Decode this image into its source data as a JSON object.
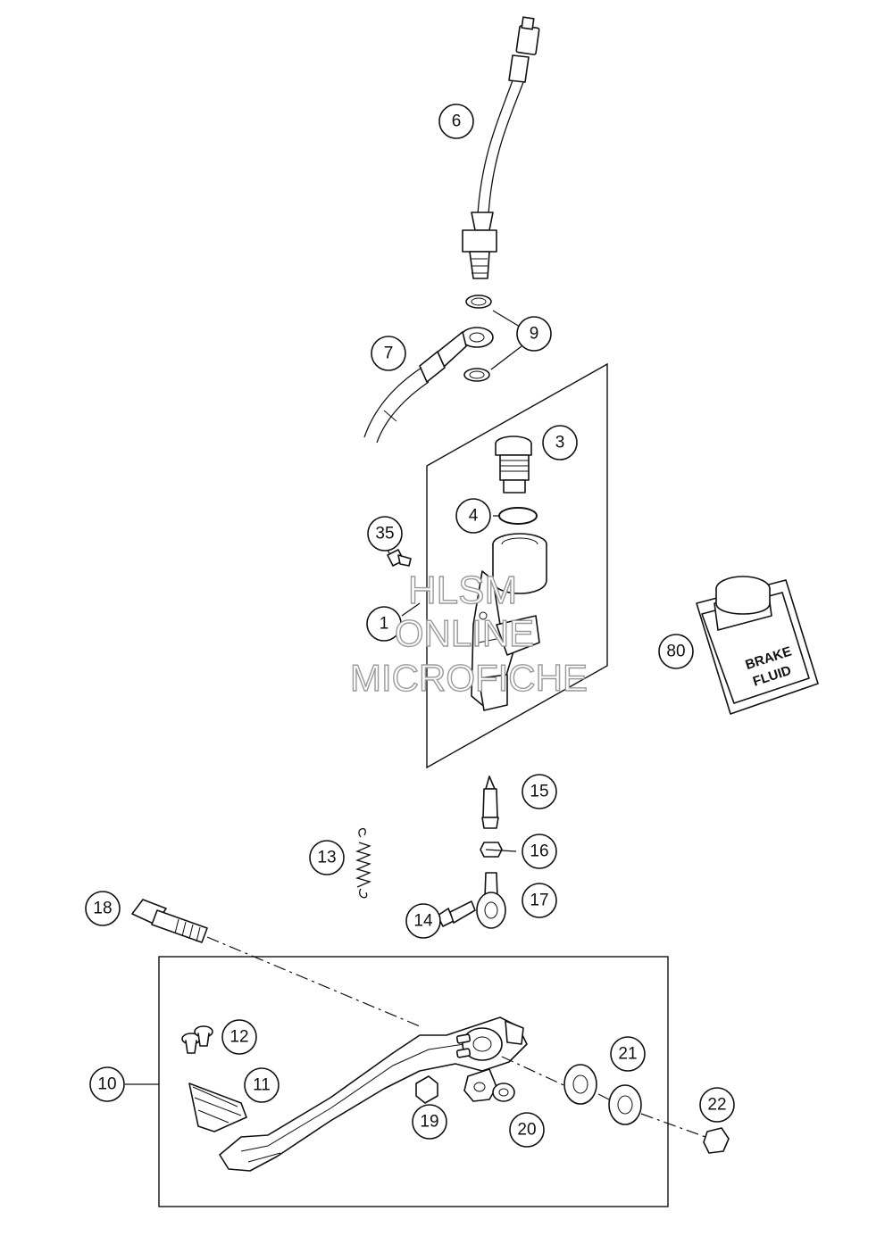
{
  "callouts": [
    {
      "id": "c6",
      "label": "6"
    },
    {
      "id": "c9",
      "label": "9"
    },
    {
      "id": "c7",
      "label": "7"
    },
    {
      "id": "c3",
      "label": "3"
    },
    {
      "id": "c4",
      "label": "4"
    },
    {
      "id": "c35",
      "label": "35"
    },
    {
      "id": "c1",
      "label": "1"
    },
    {
      "id": "c80",
      "label": "80"
    },
    {
      "id": "c15",
      "label": "15"
    },
    {
      "id": "c16",
      "label": "16"
    },
    {
      "id": "c13",
      "label": "13"
    },
    {
      "id": "c17",
      "label": "17"
    },
    {
      "id": "c14",
      "label": "14"
    },
    {
      "id": "c18",
      "label": "18"
    },
    {
      "id": "c12",
      "label": "12"
    },
    {
      "id": "c21",
      "label": "21"
    },
    {
      "id": "c10",
      "label": "10"
    },
    {
      "id": "c11",
      "label": "11"
    },
    {
      "id": "c22",
      "label": "22"
    },
    {
      "id": "c19",
      "label": "19"
    },
    {
      "id": "c20",
      "label": "20"
    }
  ],
  "bottle_label": {
    "line1": "BRAKE",
    "line2": "FLUID"
  },
  "watermark": {
    "line1": "HLSM",
    "line2": "ONLINE",
    "line3": "MICROFICHE"
  }
}
